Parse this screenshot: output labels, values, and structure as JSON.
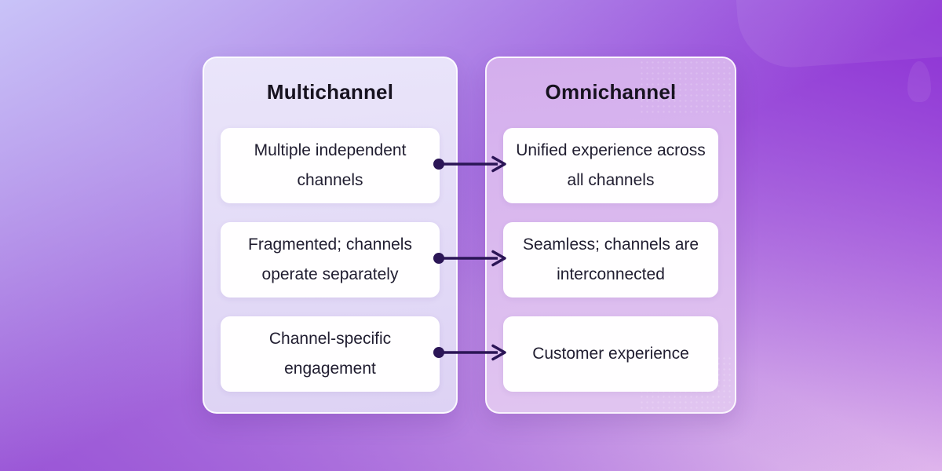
{
  "comparison": {
    "left": {
      "title": "Multichannel",
      "rows": [
        "Multiple independent channels",
        "Fragmented; channels operate separately",
        "Channel-specific engagement"
      ]
    },
    "right": {
      "title": "Omnichannel",
      "rows": [
        "Unified experience across all channels",
        "Seamless; channels are interconnected",
        "Customer experience"
      ]
    }
  },
  "connectors": {
    "count": 3,
    "style": "dot-start-arrow-end",
    "direction": "left-to-right"
  },
  "colors": {
    "arrow": "#2b1556",
    "card_bg": "#ffffff",
    "panel_left_bg": "#e5def7",
    "panel_right_bg": "#d9b9ee",
    "bg_top_left": "#c9c3f8",
    "bg_top_right": "#8c2fd4",
    "bg_bottom_left": "#9a55d6",
    "bg_bottom_right": "#eccaf0",
    "title_text": "#17121f",
    "card_text": "#201d30"
  }
}
